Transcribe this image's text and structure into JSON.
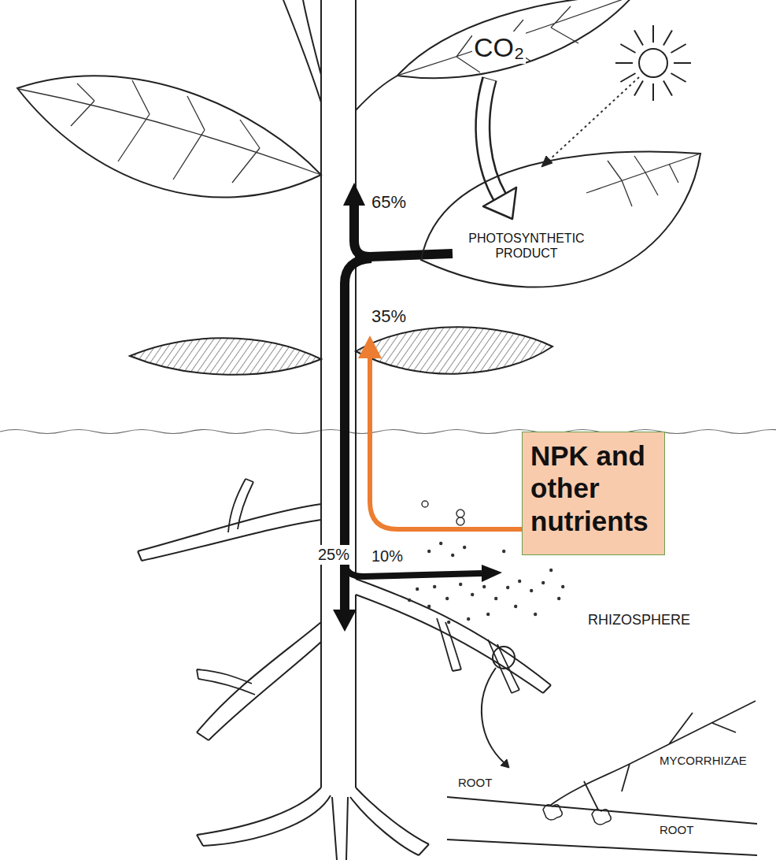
{
  "diagram": {
    "nodes": [
      {
        "text": [
          "PHOTOSYNTHETIC PRODUCT"
        ]
      },
      {
        "text": [
          "NPK and other nutrients"
        ]
      }
    ],
    "labels": [
      "CO₂",
      "65%",
      "35%",
      "25%",
      "10%",
      "RHIZOSPHERE",
      "MYCORRHIZAE",
      "ROOT",
      "ROOT"
    ]
  }
}
